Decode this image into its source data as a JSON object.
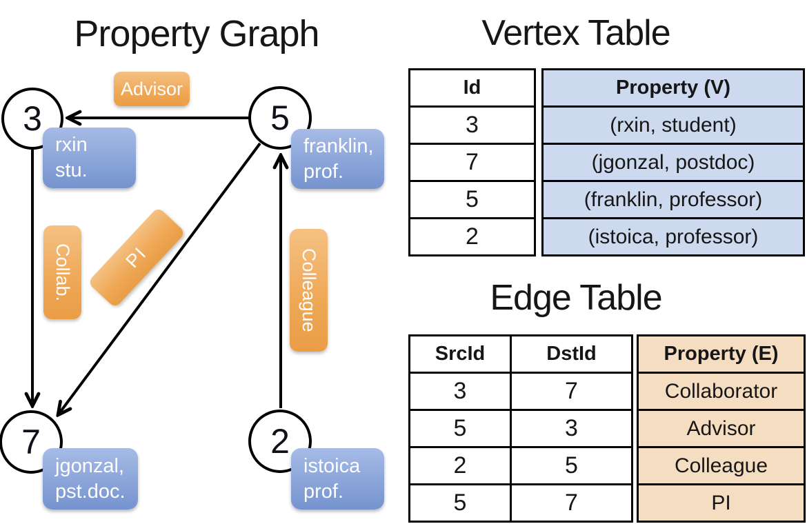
{
  "graph": {
    "title": "Property Graph",
    "nodes": [
      {
        "id": "3",
        "label": "3"
      },
      {
        "id": "5",
        "label": "5"
      },
      {
        "id": "7",
        "label": "7"
      },
      {
        "id": "2",
        "label": "2"
      }
    ],
    "edges": [
      {
        "from": "5",
        "to": "3",
        "label": "Advisor"
      },
      {
        "from": "3",
        "to": "7",
        "label": "Collab."
      },
      {
        "from": "5",
        "to": "7",
        "label": "PI"
      },
      {
        "from": "2",
        "to": "5",
        "label": "Colleague"
      }
    ],
    "vertex_labels": [
      {
        "node": "3",
        "line1": "rxin",
        "line2": "stu."
      },
      {
        "node": "5",
        "line1": "franklin,",
        "line2": "prof."
      },
      {
        "node": "7",
        "line1": "jgonzal,",
        "line2": "pst.doc."
      },
      {
        "node": "2",
        "line1": "istoica",
        "line2": "prof."
      }
    ]
  },
  "vertex_table": {
    "title": "Vertex Table",
    "columns": [
      "Id",
      "Property (V)"
    ],
    "rows": [
      [
        "3",
        "(rxin, student)"
      ],
      [
        "7",
        "(jgonzal, postdoc)"
      ],
      [
        "5",
        "(franklin, professor)"
      ],
      [
        "2",
        "(istoica, professor)"
      ]
    ]
  },
  "edge_table": {
    "title": "Edge Table",
    "columns": [
      "SrcId",
      "DstId",
      "Property (E)"
    ],
    "rows": [
      [
        "3",
        "7",
        "Collaborator"
      ],
      [
        "5",
        "3",
        "Advisor"
      ],
      [
        "2",
        "5",
        "Colleague"
      ],
      [
        "5",
        "7",
        "PI"
      ]
    ]
  },
  "colors": {
    "edge_label_mid": "#efa958",
    "vertex_label_bottom": "#7593cf",
    "vertex_property_fill": "#cdd9ef",
    "edge_property_fill": "#f5ddc1",
    "line_color": "#000000"
  }
}
